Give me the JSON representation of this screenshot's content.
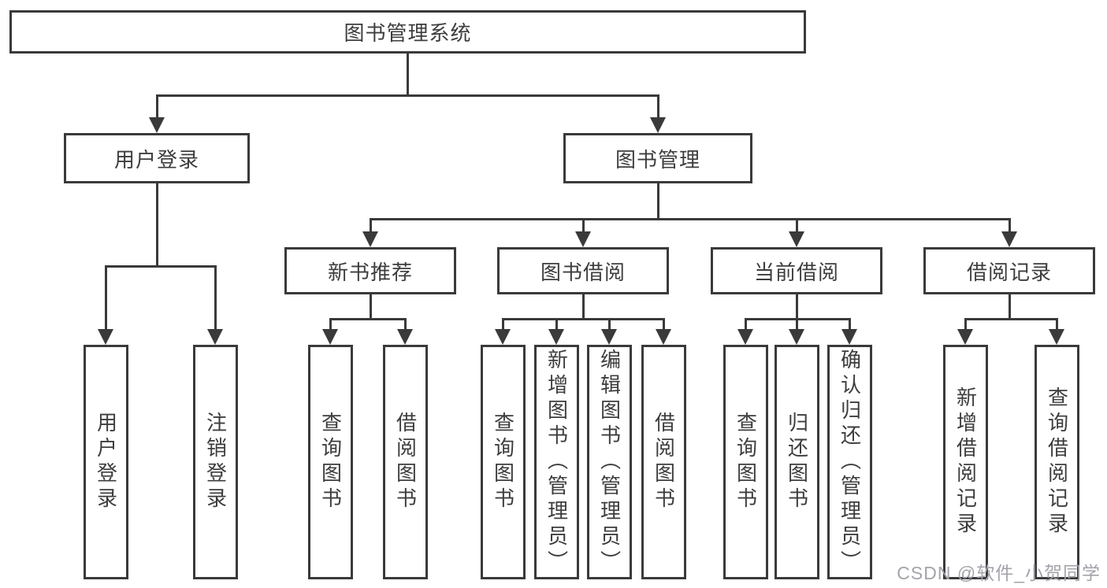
{
  "diagram": {
    "root": {
      "label": "图书管理系统"
    },
    "branches": [
      {
        "label": "用户登录",
        "children": [
          {
            "label": "用户登录"
          },
          {
            "label": "注销登录"
          }
        ]
      },
      {
        "label": "图书管理",
        "children": [
          {
            "label": "新书推荐",
            "children": [
              {
                "label": "查询图书"
              },
              {
                "label": "借阅图书"
              }
            ]
          },
          {
            "label": "图书借阅",
            "children": [
              {
                "label": "查询图书"
              },
              {
                "label": "新增图书（管理员）"
              },
              {
                "label": "编辑图书（管理员）"
              },
              {
                "label": "借阅图书"
              }
            ]
          },
          {
            "label": "当前借阅",
            "children": [
              {
                "label": "查询图书"
              },
              {
                "label": "归还图书"
              },
              {
                "label": "确认归还（管理员）"
              }
            ]
          },
          {
            "label": "借阅记录",
            "children": [
              {
                "label": "新增借阅记录"
              },
              {
                "label": "查询借阅记录"
              }
            ]
          }
        ]
      }
    ]
  },
  "watermark": {
    "text": "CSDN @软件_小贺同学",
    "color": "#a3a3ab"
  },
  "colors": {
    "line": "#3a3a3a",
    "text": "#3d3d3d",
    "box_background": "#ffffff",
    "page_background": "#ffffff"
  }
}
